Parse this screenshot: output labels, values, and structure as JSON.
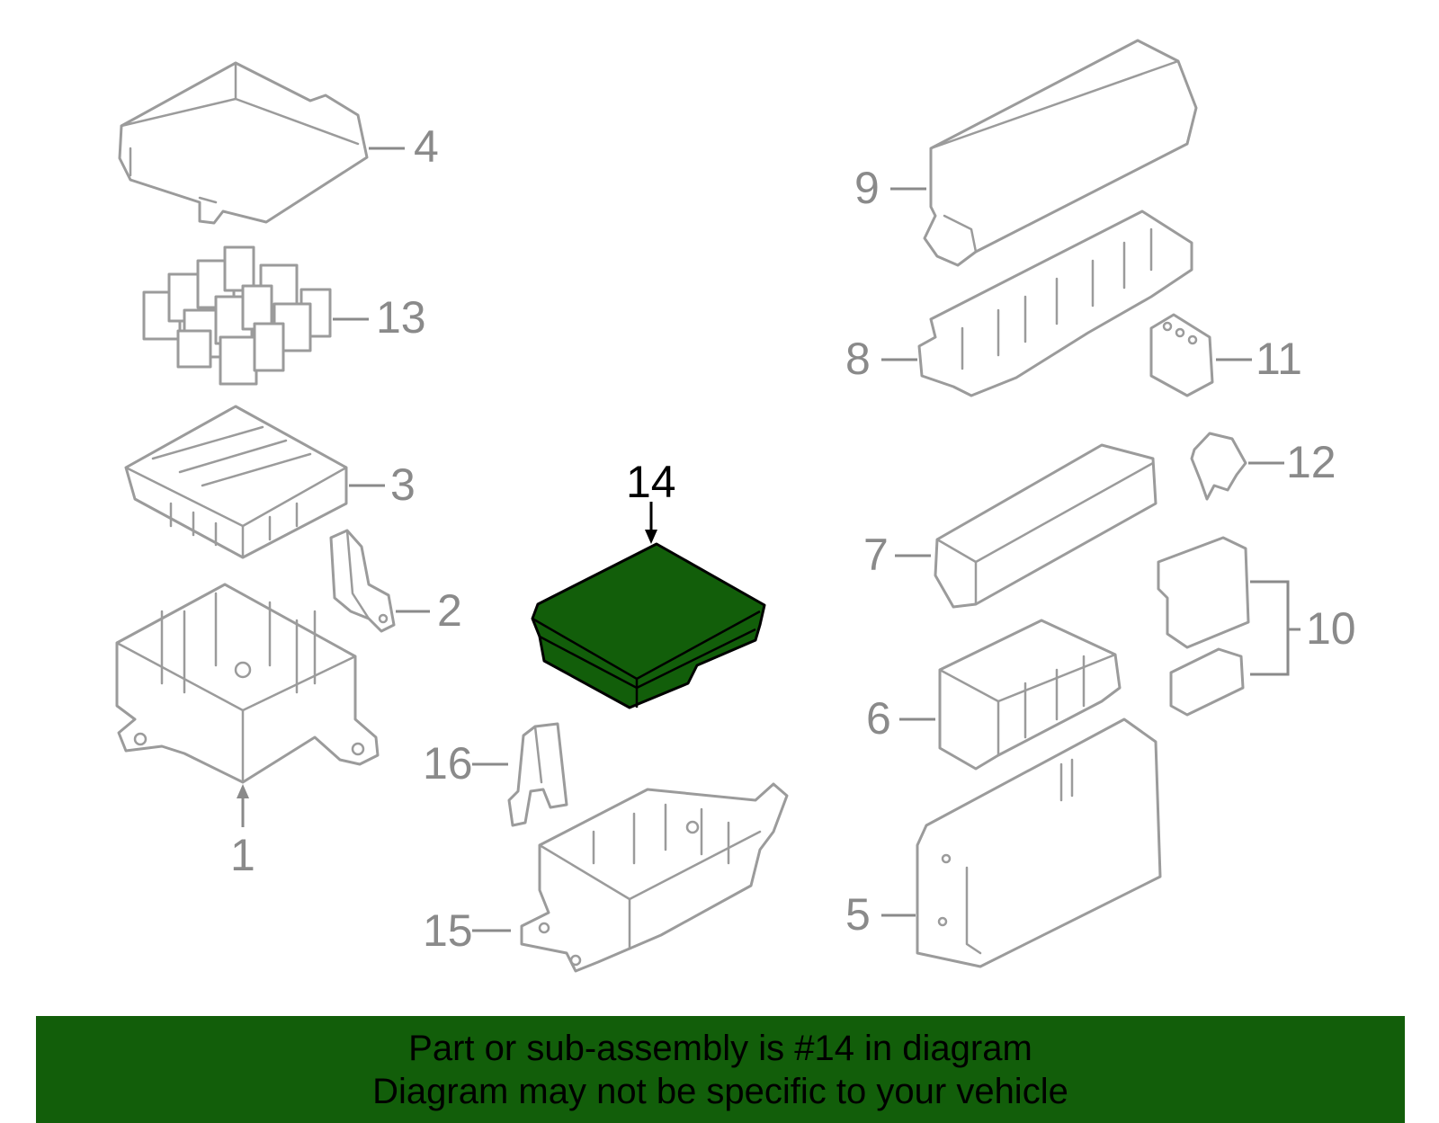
{
  "banner": {
    "line1": "Part or sub-assembly is #14 in diagram",
    "line2": "Diagram may not be specific to your vehicle",
    "background": "#125e0a"
  },
  "diagram": {
    "highlight_color": "#125e0a",
    "outline_color": "#9b9b9b",
    "callouts": {
      "c1": "1",
      "c2": "2",
      "c3": "3",
      "c4": "4",
      "c5": "5",
      "c6": "6",
      "c7": "7",
      "c8": "8",
      "c9": "9",
      "c10": "10",
      "c11": "11",
      "c12": "12",
      "c13": "13",
      "c14": "14",
      "c15": "15",
      "c16": "16"
    },
    "highlighted_part": "14"
  }
}
